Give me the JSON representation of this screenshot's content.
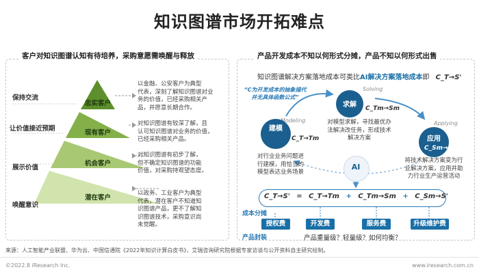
{
  "title": "知识图谱市场开拓难点",
  "left": {
    "heading": "客户对知识图谱认知有待培养，采购意愿需唤醒与释放",
    "levels": [
      "保持交流",
      "让价值接近预期",
      "展示价值",
      "唤醒意识"
    ],
    "pyramid": [
      "忠实客户",
      "现有客户",
      "机会客户",
      "潜在客户"
    ],
    "descriptions": [
      [
        "以金融、公安客户为典型",
        "代表，深刻了解知识图谱对业",
        "务的价值，已经采购相关产",
        "品，并愿意长期合作。"
      ],
      [
        "对知识图谱有较深了解，且",
        "认可知识图谱对业务的价值，",
        "已经采购相关产品。"
      ],
      [
        "对知识图谱有初步了解，",
        "但不确定知识图谱的功能",
        "价值，对采购持观望态度。"
      ],
      [
        "以政务、工业客户为典型",
        "代表，潜在客户不知道知",
        "识图谱产品，更不了解知",
        "识图谱技术，采购意识尚",
        "未觉醒。"
      ]
    ]
  },
  "right": {
    "heading": "产品开发成本不知以何形式分摊，产品不知以何形式出售",
    "subline_pre": "知识图谱解决方案落地成本可类比",
    "subline_hl": "AI解决方案落地成本",
    "subline_post": "即",
    "subline_formula": "C_T→S'",
    "note_line1": "“C为开发成本的抽象描代",
    "note_line2": "并无具体函数公式”",
    "nodes": {
      "build": {
        "label": "建模",
        "en": "Modeling",
        "formula": "C_T→Tm",
        "text": [
          "对行业业务问题进",
          "行建模，用恰当的",
          "模型表达业务场景"
        ]
      },
      "solve": {
        "label": "求解",
        "en": "Solving",
        "formula": "C_Tm→Sm",
        "text": [
          "对模型求解，寻找最优办",
          "法解决改任务，形成技术",
          "解决方案"
        ]
      },
      "apply": {
        "label": "应用",
        "en": "Applying",
        "formula": "C_Sm→S'",
        "text": [
          "将技术解决方案变为行",
          "业解决方案，应用并助",
          "力行业生产运营活动"
        ]
      }
    },
    "center": "AI",
    "equation": {
      "lhs": "C_T→S'",
      "eq": "=",
      "t1": "C_T→Tm",
      "p1": "+",
      "t2": "C_Tm→Sm",
      "p2": "+",
      "t3": "C_Sm→S'"
    },
    "cost_split_label": "成本分摊",
    "costs": [
      "授权费",
      "开发费",
      "服务费",
      "升级维护费"
    ],
    "package_label": "产品封装",
    "package_question": "产品重量级？轻量级？如何均衡？"
  },
  "footer": {
    "source": "来源：人工智能产业联盟、华为云、中国信通院《2022年知识计算白皮书》，艾瑞咨询研究院根据专家访谈与公开资料自主研究绘制。",
    "copyright": "©2022.8 iResearch Inc.",
    "site": "www.iresearch.com.cn"
  },
  "colors": {
    "pyramid_top": "#5d8f2c",
    "pyramid_bottom": "#d6e8b6",
    "node_blue": "#1a5f8f",
    "accent_blue": "#2a7ab5"
  }
}
